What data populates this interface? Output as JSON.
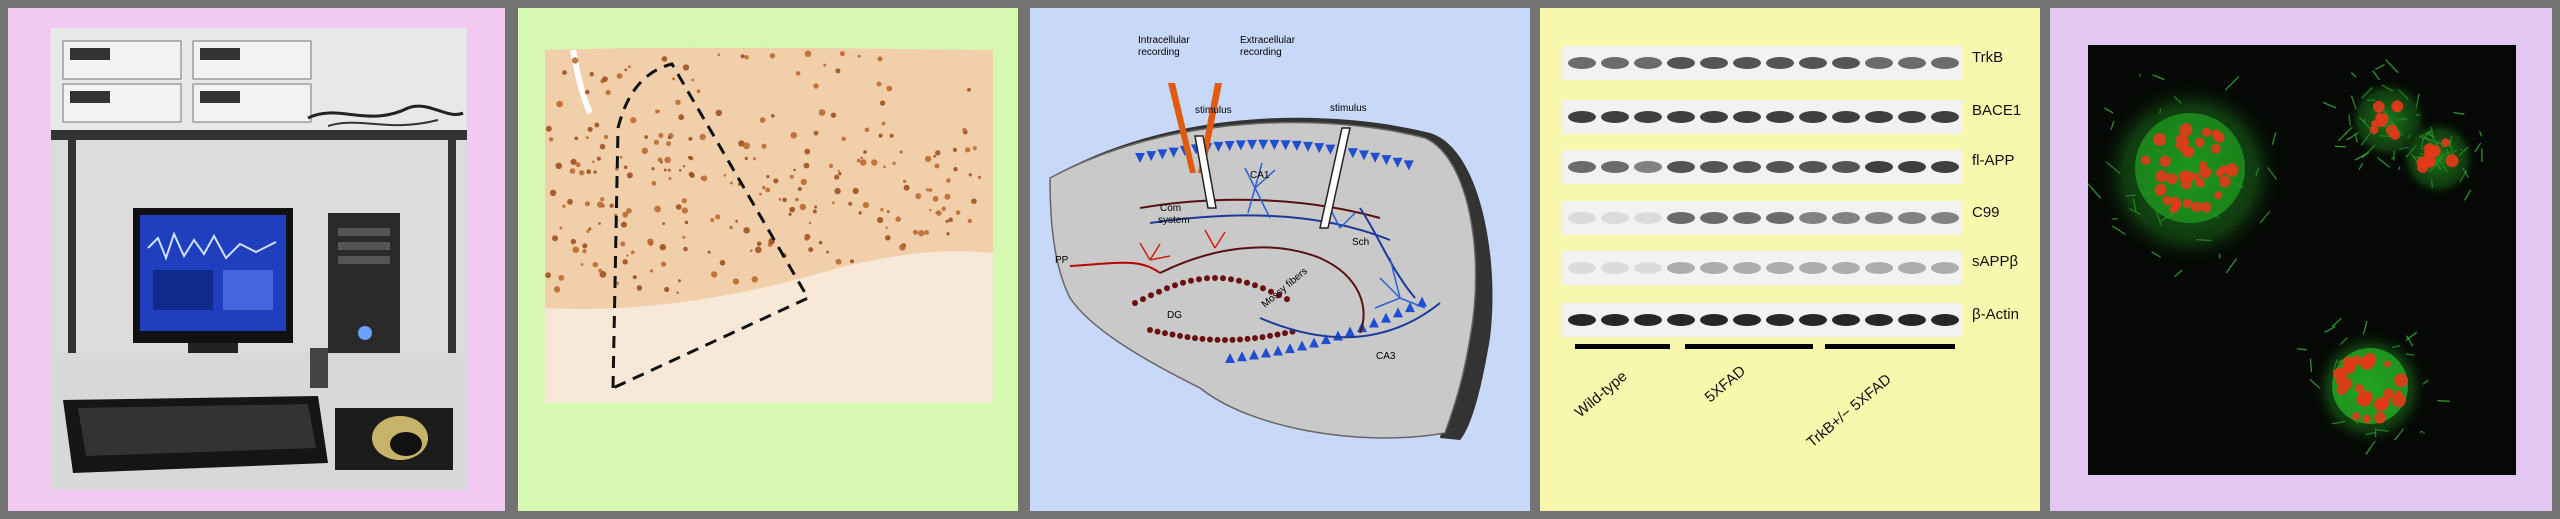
{
  "colors": {
    "panel_1": "#f1c9f1",
    "panel_2": "#d6f8b1",
    "panel_3": "#c8d8f8",
    "panel_4": "#f7f7ad",
    "panel_5": "#e1c7f1",
    "frame": "#737373"
  },
  "diagram": {
    "labels": {
      "intracellular": "Intracellular",
      "intracellular_2": "recording",
      "extracellular": "Extracellular",
      "extracellular_2": "recording",
      "stimulus_left": "stimulus",
      "stimulus_right": "stimulus",
      "ca1": "CA1",
      "com": "Com",
      "com_2": "system",
      "sch": "Sch",
      "pp": "PP",
      "dg": "DG",
      "mossy": "Mossy fibers",
      "ca3": "CA3"
    }
  },
  "blot": {
    "bands": [
      "TrkB",
      "BACE1",
      "fl-APP",
      "C99",
      "sAPPβ",
      "β-Actin"
    ],
    "groups": [
      "Wild-type",
      "5XFAD",
      "TrkB+/− 5XFAD"
    ]
  }
}
